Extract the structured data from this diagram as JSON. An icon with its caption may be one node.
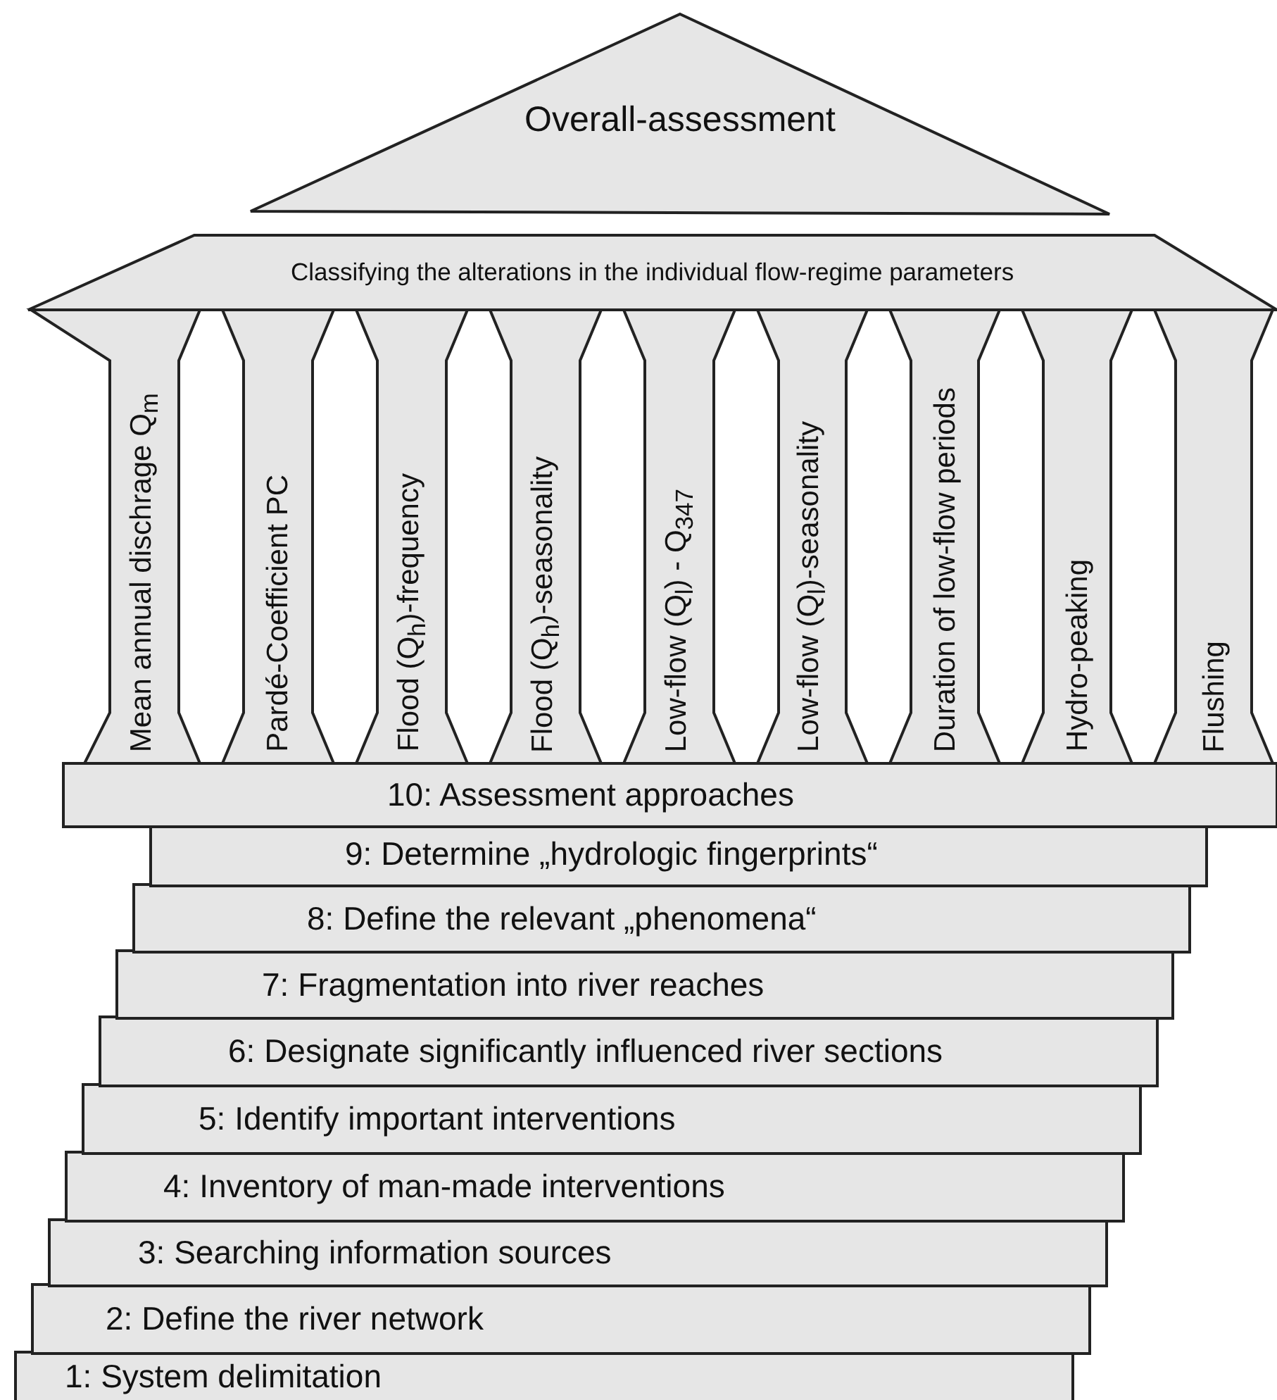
{
  "diagram": {
    "nodes": [
      {
        "text": [
          "Overall-assessment"
        ]
      },
      {
        "text": [
          "Classifying the alterations in the individual flow-regime parameters"
        ]
      },
      {
        "text": [
          "Mean annual dischrage Q$_{m}$"
        ]
      },
      {
        "text": [
          "Pardé-Coefficient PC"
        ]
      },
      {
        "text": [
          "Flood (Q$_{h}$)-frequency"
        ]
      },
      {
        "text": [
          "Flood (Q$_{h}$)-seasonality"
        ]
      },
      {
        "text": [
          "Low-flow (Q$_{l}$) - Q$_{347}$"
        ]
      },
      {
        "text": [
          "Low-flow (Q$_{l}$)-seasonality"
        ]
      },
      {
        "text": [
          "Duration of low-flow periods"
        ]
      },
      {
        "text": [
          "Hydro-peaking"
        ]
      },
      {
        "text": [
          "Flushing"
        ]
      },
      {
        "text": [
          "10: Assessment approaches"
        ]
      },
      {
        "text": [
          "9: Determine „hydrologic fingerprints“"
        ]
      },
      {
        "text": [
          "8: Define the relevant „phenomena“"
        ]
      },
      {
        "text": [
          "7: Fragmentation into river reaches"
        ]
      },
      {
        "text": [
          "6: Designate significantly influenced river sections"
        ]
      },
      {
        "text": [
          "5: Identify important interventions"
        ]
      },
      {
        "text": [
          "4: Inventory of man-made interventions"
        ]
      },
      {
        "text": [
          "3: Searching information sources"
        ]
      },
      {
        "text": [
          "2: Define the river network"
        ]
      },
      {
        "text": [
          "1: System delimitation"
        ]
      }
    ],
    "edges": []
  }
}
